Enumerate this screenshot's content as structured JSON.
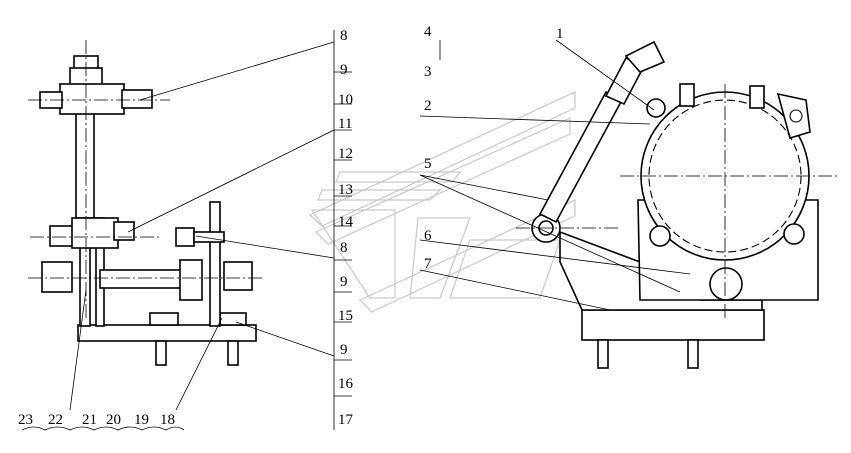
{
  "callouts": {
    "c1": "1",
    "c2": "2",
    "c3": "3",
    "c4": "4",
    "c5": "5",
    "c6": "6",
    "c7": "7",
    "m8a": "8",
    "m9a": "9",
    "m10": "10",
    "m11": "11",
    "m12": "12",
    "m13": "13",
    "m14": "14",
    "m8b": "8",
    "m9b": "9",
    "m15": "15",
    "m9c": "9",
    "m16": "16",
    "m17": "17",
    "b23": "23",
    "b22": "22",
    "b21": "21",
    "b20": "20",
    "b19": "19",
    "b18": "18"
  }
}
